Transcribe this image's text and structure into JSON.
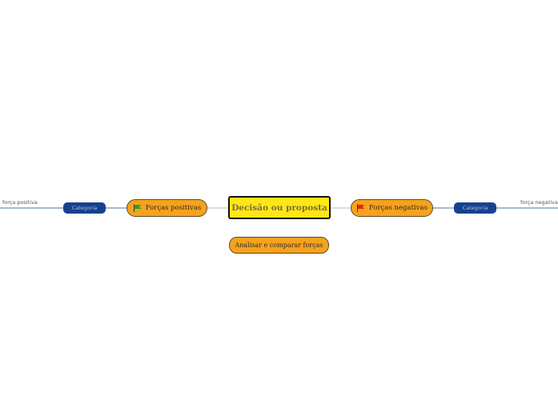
{
  "central_topic": {
    "label": "Decisão ou proposta"
  },
  "positive_branch": {
    "label": "Forças positivas",
    "icon": "green-flag-icon",
    "flag_color": "#22a52b",
    "category": {
      "label": "Categoria"
    },
    "leaf": {
      "label": "força positiva"
    }
  },
  "negative_branch": {
    "label": "Forças negativas",
    "icon": "red-flag-icon",
    "flag_color": "#e8231c",
    "category": {
      "label": "Categoria"
    },
    "leaf": {
      "label": "força negativa"
    }
  },
  "analysis_topic": {
    "label": "Analisar e comparar forças"
  },
  "colors": {
    "central_fill": "#ffe715",
    "topic_fill": "#f6a21d",
    "category_fill": "#16418e",
    "connector": "#16418e"
  }
}
